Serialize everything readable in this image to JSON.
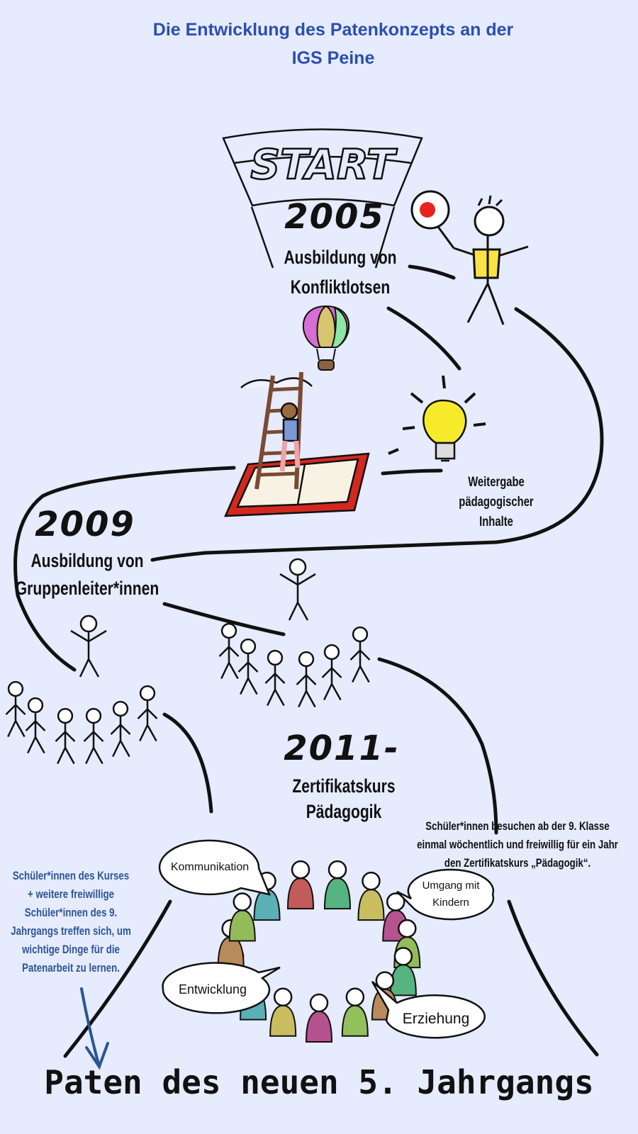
{
  "title_line1": "Die Entwicklung des Patenkonzepts an der",
  "title_line2": "IGS Peine",
  "start_label": "START",
  "milestones": [
    {
      "year": "2005",
      "line1": "Ausbildung von",
      "line2": "Konfliktlotsen"
    },
    {
      "year": "2009",
      "line1": "Ausbildung von",
      "line2": "Gruppenleiter*innen"
    },
    {
      "year": "2011-",
      "line1": "Zertifikatskurs",
      "line2": "Pädagogik"
    }
  ],
  "weitergabe": [
    "Weitergabe",
    "pädagogischer",
    "Inhalte"
  ],
  "kurs_info": [
    "Schüler*innen besuchen ab der 9. Klasse",
    "einmal wöchentlich und freiwillig für ein Jahr",
    "den Zertifikatskurs „Pädagogik“."
  ],
  "left_info": [
    "Schüler*innen des Kurses",
    "+ weitere freiwillige",
    "Schüler*innen des 9.",
    "Jahrgangs treffen sich, um",
    "wichtige Dinge für die",
    "Patenarbeit zu lernen."
  ],
  "bubbles": {
    "kommunikation": "Kommunikation",
    "umgang_line1": "Umgang mit",
    "umgang_line2": "Kindern",
    "entwicklung": "Entwicklung",
    "erziehung": "Erziehung"
  },
  "bottom_text": "Paten des neuen 5. Jahrgangs",
  "colors": {
    "background": "#e6ebfd",
    "title": "#2b4fae",
    "blue_text": "#2c5595"
  }
}
